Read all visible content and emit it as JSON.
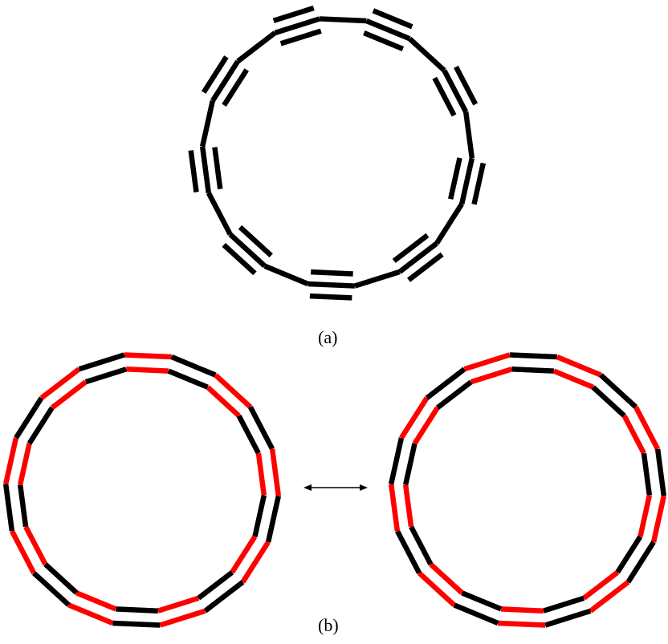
{
  "panel_a": {
    "label": "(a)",
    "atoms": 18,
    "bond_pattern": [
      "single",
      "triple"
    ]
  },
  "panel_b": {
    "label": "(b)",
    "atoms": 18,
    "arrow": "double-headed"
  },
  "colors": {
    "bond": "#000000",
    "highlight": "#ff0000"
  }
}
